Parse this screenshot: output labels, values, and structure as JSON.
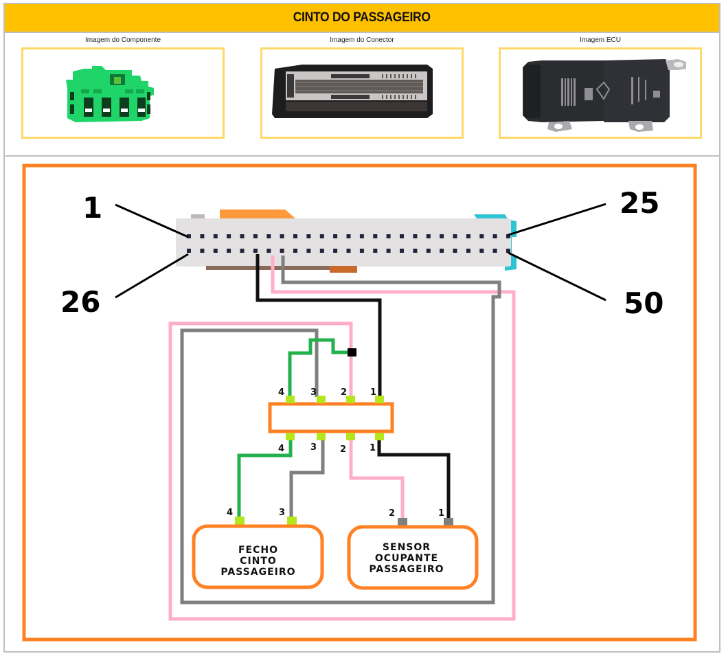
{
  "header": {
    "title": "CINTO DO PASSAGEIRO"
  },
  "images": [
    {
      "label": "Imagem do Componente",
      "icon": "green-4-pin-connector-photo"
    },
    {
      "label": "Imagem do Conector",
      "icon": "black-ecu-connector-photo"
    },
    {
      "label": "Imagem ECU",
      "icon": "ecu-module-photo"
    }
  ],
  "ecu_connector": {
    "pin_labels": {
      "top_left": "1",
      "top_right": "25",
      "bottom_left": "26",
      "bottom_right": "50"
    },
    "pins_per_row": 25
  },
  "colors": {
    "title_bg": "#ffc000",
    "frame_orange": "#ff8124",
    "image_border": "#ffd966",
    "wire_green": "#22b14c",
    "wire_gray": "#7f7f7f",
    "wire_pink": "#ffaec9",
    "wire_black": "#111111",
    "pin_lime": "#b5e61d",
    "pin_gray": "#7f7f7f"
  },
  "intermediate_connector": {
    "top_pins": [
      "4",
      "3",
      "2",
      "1"
    ],
    "bottom_pins": [
      "4",
      "3",
      "2",
      "1"
    ]
  },
  "components": [
    {
      "name_lines": [
        "FECHO",
        "CINTO",
        "PASSAGEIRO"
      ],
      "pins": [
        "4",
        "3"
      ]
    },
    {
      "name_lines": [
        "SENSOR",
        "OCUPANTE",
        "PASSAGEIRO"
      ],
      "pins": [
        "2",
        "1"
      ]
    }
  ]
}
